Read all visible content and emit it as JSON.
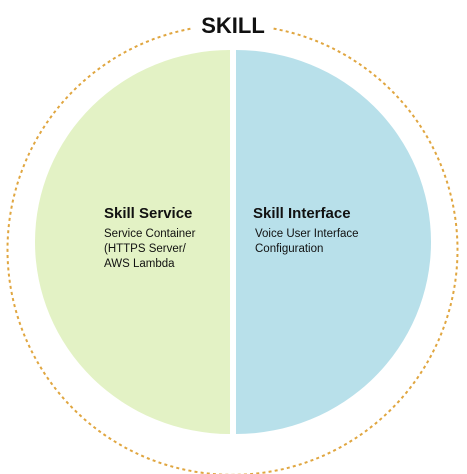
{
  "title": "SKILL",
  "left_section": {
    "heading": "Skill Service",
    "lines": [
      "Service Container",
      "(HTTPS Server/",
      "AWS Lambda"
    ]
  },
  "right_section": {
    "heading": "Skill Interface",
    "lines": [
      "Voice User Interface",
      "Configuration"
    ]
  },
  "colors": {
    "outer_ring": "#e0a640",
    "left_fill": "#e3f2c5",
    "right_fill": "#b8e0ea",
    "divider": "#ffffff"
  }
}
